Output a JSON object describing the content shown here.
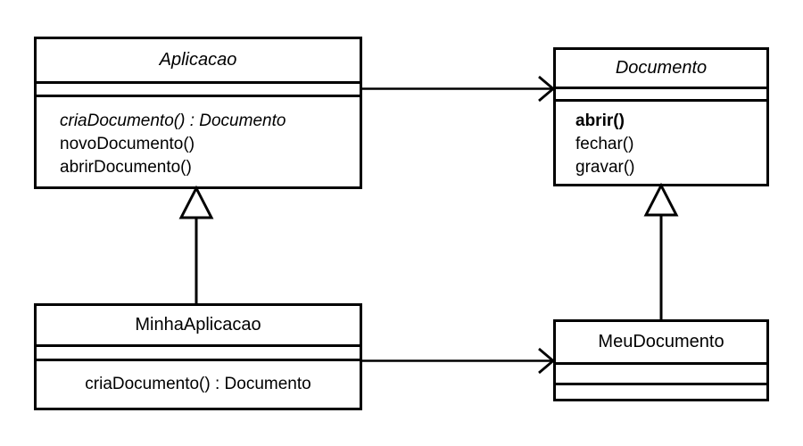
{
  "diagram": {
    "type": "uml-class-diagram",
    "title": "",
    "background_color": "#ffffff",
    "line_color": "#000000",
    "classes": [
      {
        "id": "aplicacao",
        "name": "Aplicacao",
        "abstract": true,
        "attributes": [],
        "operations": [
          {
            "label": "criaDocumento() : Documento",
            "abstract": true
          },
          {
            "label": "novoDocumento()",
            "abstract": false
          },
          {
            "label": "abrirDocumento()",
            "abstract": false
          }
        ]
      },
      {
        "id": "documento",
        "name": "Documento",
        "abstract": true,
        "attributes": [],
        "operations": [
          {
            "label": "abrir()",
            "abstract": false,
            "emphasis": true
          },
          {
            "label": "fechar()",
            "abstract": false
          },
          {
            "label": "gravar()",
            "abstract": false
          }
        ]
      },
      {
        "id": "minha-aplicacao",
        "name": "MinhaAplicacao",
        "abstract": false,
        "attributes": [],
        "operations": [
          {
            "label": "criaDocumento() : Documento",
            "abstract": false
          }
        ]
      },
      {
        "id": "meu-documento",
        "name": "MeuDocumento",
        "abstract": false,
        "attributes": [],
        "operations": []
      }
    ],
    "relationships": [
      {
        "id": "aplicacao-uses-documento",
        "kind": "association",
        "from": "aplicacao",
        "to": "documento",
        "arrowhead": "open"
      },
      {
        "id": "minha-aplicacao-creates-meu-documento",
        "kind": "association",
        "from": "minha-aplicacao",
        "to": "meu-documento",
        "arrowhead": "open"
      },
      {
        "id": "minha-aplicacao-inherits-aplicacao",
        "kind": "generalization",
        "from": "minha-aplicacao",
        "to": "aplicacao",
        "arrowhead": "hollow-triangle"
      },
      {
        "id": "meu-documento-inherits-documento",
        "kind": "generalization",
        "from": "meu-documento",
        "to": "documento",
        "arrowhead": "hollow-triangle"
      }
    ]
  }
}
